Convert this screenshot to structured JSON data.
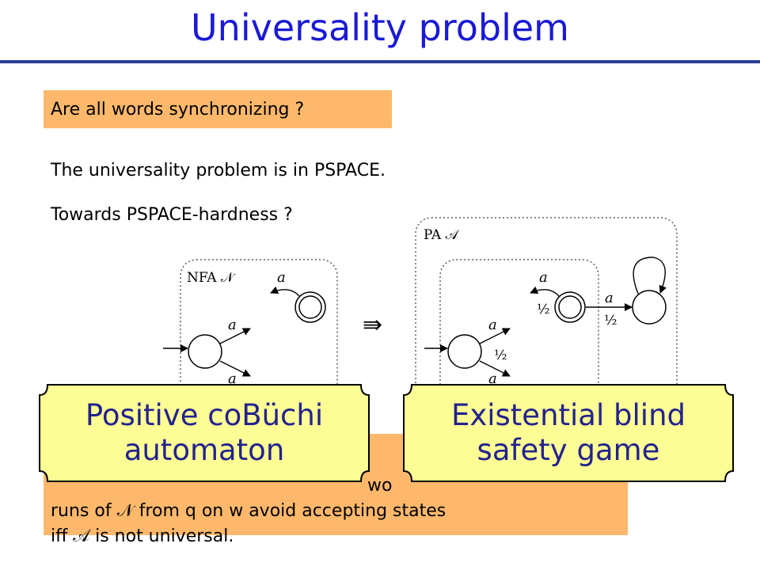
{
  "slide": {
    "title": "Universality problem",
    "question": "Are all words synchronizing ?",
    "statement1": "The universality problem is in PSPACE.",
    "statement2": "Towards PSPACE-hardness ?"
  },
  "diagram": {
    "nfa_label": "NFA 𝒩",
    "pa_label": "PA 𝒜",
    "implies_symbol": "⇛",
    "edge_a": "a",
    "edge_half": "½"
  },
  "bottom_box": {
    "line1_partial": "wo",
    "line2_part1": "runs of",
    "line2_n": "𝒩",
    "line2_part2": "from q on w avoid accepting states",
    "line3_part1": "iff",
    "line3_a": "𝒜",
    "line3_part2": "is not universal."
  },
  "callouts": {
    "left_line1": "Positive coBüchi",
    "left_line2": "automaton",
    "right_line1": "Existential blind",
    "right_line2": "safety game"
  },
  "colors": {
    "title": "#1a1ad6",
    "title_rule": "#2a3d9a",
    "orange_box": "#fdb86b",
    "callout_fill": "#fdfd96",
    "callout_text": "#23238e"
  }
}
